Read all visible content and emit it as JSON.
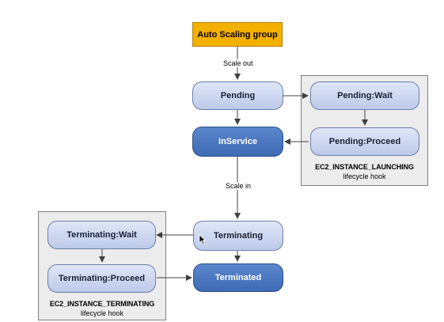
{
  "nodes": {
    "auto_scaling_group": "Auto Scaling group",
    "pending": "Pending",
    "pending_wait": "Pending:Wait",
    "pending_proceed": "Pending:Proceed",
    "inservice": "InService",
    "terminating": "Terminating",
    "terminating_wait": "Terminating:Wait",
    "terminating_proceed": "Terminating:Proceed",
    "terminated": "Terminated"
  },
  "edges": {
    "scale_out": "Scale out",
    "scale_in": "Scale in"
  },
  "panels": {
    "launching": {
      "title": "EC2_INSTANCE_LAUNCHING",
      "subtitle": "lifecycle hook"
    },
    "terminating": {
      "title": "EC2_INSTANCE_TERMINATING",
      "subtitle": "lifecycle hook"
    }
  },
  "colors": {
    "group_fill": "#f4b000",
    "light_node_fill": "#c8d3ee",
    "dark_node_fill": "#4a76c0",
    "panel_fill": "#ececec",
    "arrow": "#404040"
  },
  "icons": {
    "cursor": "mouse-pointer-icon"
  }
}
